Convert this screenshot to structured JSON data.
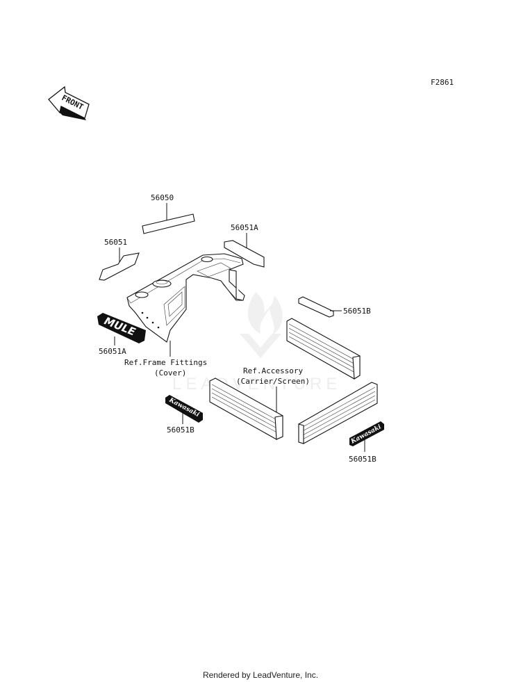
{
  "figure_code": "F2861",
  "front_arrow_label": "FRONT",
  "labels": {
    "p56050": "56050",
    "p56051": "56051",
    "p56051a_top": "56051A",
    "p56051a_side": "56051A",
    "p56051b_right": "56051B",
    "p56051b_center": "56051B",
    "p56051b_bottom": "56051B",
    "ref_frame_line1": "Ref.Frame Fittings",
    "ref_frame_line2": "(Cover)",
    "ref_accessory_line1": "Ref.Accessory",
    "ref_accessory_line2": "(Carrier/Screen)"
  },
  "decal_text": {
    "mule": "MULE",
    "kawasaki_center": "Kawasaki",
    "kawasaki_right": "Kawasaki"
  },
  "watermark": "LEADVENTURE",
  "footer": "Rendered by LeadVenture, Inc."
}
